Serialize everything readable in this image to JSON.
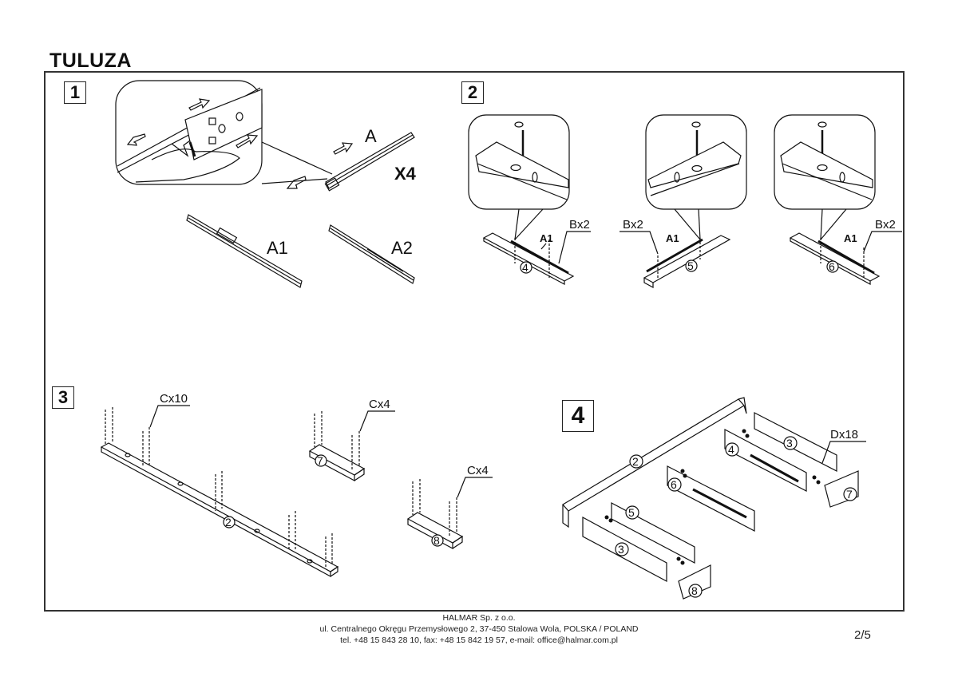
{
  "document": {
    "title": "TULUZA",
    "page_number": "2/5"
  },
  "steps": [
    {
      "number": "1",
      "labels": {
        "rail": "A",
        "quantity": "X4",
        "part_a1": "A1",
        "part_a2": "A2"
      }
    },
    {
      "number": "2",
      "assemblies": [
        {
          "panel": "4",
          "rail": "A1",
          "screws": "Bx2"
        },
        {
          "panel": "5",
          "rail": "A1",
          "screws": "Bx2"
        },
        {
          "panel": "6",
          "rail": "A1",
          "screws": "Bx2"
        }
      ]
    },
    {
      "number": "3",
      "parts": [
        {
          "panel": "2",
          "dowels": "Cx10"
        },
        {
          "panel": "7",
          "dowels": "Cx4"
        },
        {
          "panel": "8",
          "dowels": "Cx4"
        }
      ]
    },
    {
      "number": "4",
      "fasteners": "Dx18",
      "parts": [
        "2",
        "3",
        "4",
        "3",
        "5",
        "6",
        "7",
        "8"
      ]
    }
  ],
  "footer": {
    "company": "HALMAR Sp. z o.o.",
    "address": "ul. Centralnego Okręgu Przemysłowego 2, 37-450 Stalowa Wola, POLSKA / POLAND",
    "contact": "tel. +48 15 843 28 10, fax: +48 15 842 19 57, e-mail: office@halmar.com.pl"
  }
}
